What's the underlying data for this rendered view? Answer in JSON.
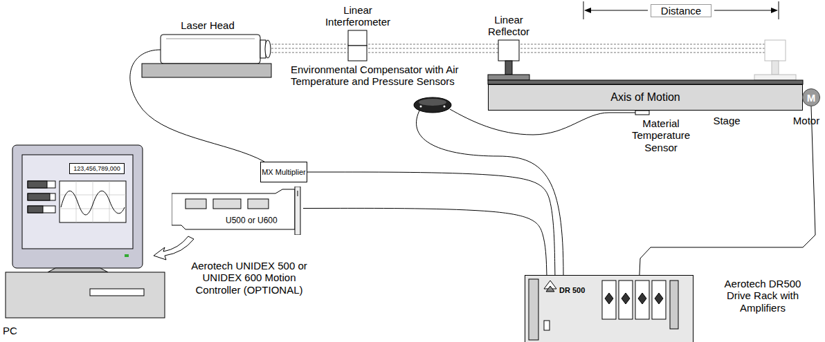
{
  "diagram": {
    "nodes": [
      {
        "text": [
          "Axis of Motion"
        ]
      },
      {
        "text": [
          "M"
        ]
      },
      {
        "text": [
          "123,456,789,000"
        ]
      },
      {
        "text": [
          "MX Multiplier"
        ]
      },
      {
        "text": [
          "U500 or U600"
        ]
      },
      {
        "text": [
          "DR 500"
        ]
      }
    ],
    "edges": [
      {
        "from": 3,
        "to": 5,
        "arrow": "none"
      },
      {
        "from": 4,
        "to": 5,
        "arrow": "none"
      },
      {
        "from": 1,
        "to": 5,
        "arrow": "none"
      }
    ],
    "labels": [
      "Distance",
      "Linear Interferometer",
      "Linear Reflector",
      "Laser Head",
      "Environmental Compensator with Air Temperature and Pressure Sensors",
      "Stage",
      "Motor",
      "Material Temperature Sensor",
      "Aerotech UNIDEX 500 or UNIDEX 600 Motion Controller (OPTIONAL)",
      "PC",
      "Aerotech DR500 Drive Rack with Amplifiers"
    ]
  }
}
